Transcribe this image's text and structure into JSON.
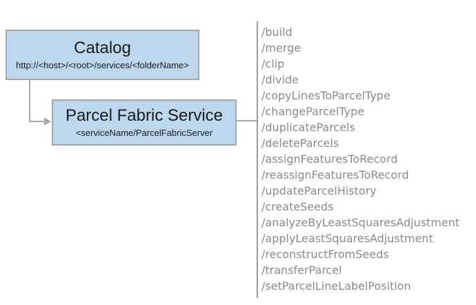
{
  "nodes": {
    "catalog": {
      "title": "Catalog",
      "subtitle": "http://<host>/<root>/services/<folderName>"
    },
    "parcel_fabric_service": {
      "title": "Parcel Fabric Service",
      "subtitle": "<serviceName/ParcelFabricServer"
    }
  },
  "endpoints": {
    "items": [
      "/build",
      "/merge",
      "/clip",
      "/divide",
      "/copyLinesToParcelType",
      "/changeParcelType",
      "/duplicateParcels",
      "/deleteParcels",
      "/assignFeaturesToRecord",
      "/reassignFeaturesToRecord",
      "/updateParcelHistory",
      "/createSeeds",
      "/analyzeByLeastSquaresAdjustment",
      "/applyLeastSquaresAdjustment",
      "/reconstructFromSeeds",
      "/transferParcel",
      "/setParcelLineLabelPosition"
    ]
  },
  "colors": {
    "node_fill": "#bdd7ee",
    "node_border": "#a6a6a6",
    "connector": "#a6a6a6",
    "divider": "#989898",
    "endpoint_text": "#8a8a8a",
    "title_text": "#1a1a1a"
  }
}
